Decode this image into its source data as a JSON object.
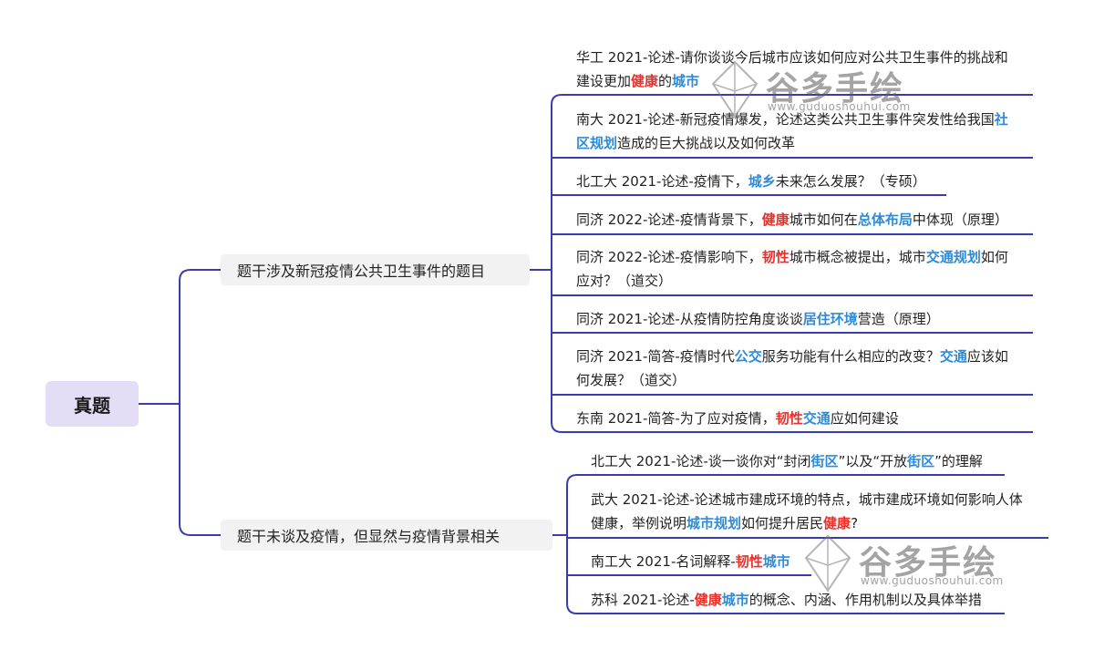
{
  "root": {
    "label": "真题"
  },
  "branches": [
    {
      "label": "题干涉及新冠疫情公共卫生事件的题目",
      "items": [
        {
          "lines": [
            [
              {
                "t": "华工 2021-论述-请你谈谈今后城市应该如何应对公共卫生事件的挑战和"
              }
            ],
            [
              {
                "t": "建设更加"
              },
              {
                "t": "健康",
                "c": "red"
              },
              {
                "t": "的"
              },
              {
                "t": "城市",
                "c": "blue"
              }
            ]
          ]
        },
        {
          "lines": [
            [
              {
                "t": "南大 2021-论述-新冠疫情爆发，论述这类公共卫生事件突发性给我国"
              },
              {
                "t": "社",
                "c": "blue"
              }
            ],
            [
              {
                "t": "区规划",
                "c": "blue"
              },
              {
                "t": "造成的巨大挑战以及如何改革"
              }
            ]
          ]
        },
        {
          "lines": [
            [
              {
                "t": "北工大 2021-论述-疫情下，"
              },
              {
                "t": "城乡",
                "c": "blue"
              },
              {
                "t": "未来怎么发展？（专硕）"
              }
            ]
          ]
        },
        {
          "lines": [
            [
              {
                "t": "同济 2022-论述-疫情背景下，"
              },
              {
                "t": "健康",
                "c": "red"
              },
              {
                "t": "城市如何在"
              },
              {
                "t": "总体布局",
                "c": "blue"
              },
              {
                "t": "中体现（原理）"
              }
            ]
          ]
        },
        {
          "lines": [
            [
              {
                "t": "同济 2022-论述-疫情影响下，"
              },
              {
                "t": "韧性",
                "c": "red"
              },
              {
                "t": "城市概念被提出，城市"
              },
              {
                "t": "交通规划",
                "c": "blue"
              },
              {
                "t": "如何"
              }
            ],
            [
              {
                "t": "应对？（道交）"
              }
            ]
          ]
        },
        {
          "lines": [
            [
              {
                "t": "同济 2021-论述-从疫情防控角度谈谈"
              },
              {
                "t": "居住环境",
                "c": "blue"
              },
              {
                "t": "营造（原理）"
              }
            ]
          ]
        },
        {
          "lines": [
            [
              {
                "t": "同济 2021-简答-疫情时代"
              },
              {
                "t": "公交",
                "c": "blue"
              },
              {
                "t": "服务功能有什么相应的改变？"
              },
              {
                "t": "交通",
                "c": "blue"
              },
              {
                "t": "应该如"
              }
            ],
            [
              {
                "t": "何发展？（道交）"
              }
            ]
          ]
        },
        {
          "lines": [
            [
              {
                "t": "东南 2021-简答-为了应对疫情，"
              },
              {
                "t": "韧性",
                "c": "red"
              },
              {
                "t": "交通",
                "c": "blue"
              },
              {
                "t": "应如何建设"
              }
            ]
          ]
        }
      ]
    },
    {
      "label": "题干未谈及疫情，但显然与疫情背景相关",
      "items": [
        {
          "lines": [
            [
              {
                "t": "北工大 2021-论述-谈一谈你对“封闭"
              },
              {
                "t": "街区",
                "c": "blue"
              },
              {
                "t": "”以及“开放"
              },
              {
                "t": "街区",
                "c": "blue"
              },
              {
                "t": "”的理解"
              }
            ]
          ]
        },
        {
          "lines": [
            [
              {
                "t": "武大 2021-论述-论述城市建成环境的特点，城市建成环境如何影响人体"
              }
            ],
            [
              {
                "t": "健康，举例说明"
              },
              {
                "t": "城市规划",
                "c": "blue"
              },
              {
                "t": "如何提升居民"
              },
              {
                "t": "健康",
                "c": "red"
              },
              {
                "t": "?"
              }
            ]
          ]
        },
        {
          "lines": [
            [
              {
                "t": "南工大 2021-名词解释-"
              },
              {
                "t": "韧性",
                "c": "red"
              },
              {
                "t": "城市",
                "c": "blue"
              }
            ]
          ]
        },
        {
          "lines": [
            [
              {
                "t": "苏科 2021-论述-"
              },
              {
                "t": "健康",
                "c": "red"
              },
              {
                "t": "城市",
                "c": "blue"
              },
              {
                "t": "的概念、内涵、作用机制以及具体举措"
              }
            ]
          ]
        }
      ]
    }
  ],
  "watermark": {
    "title": "谷多手绘",
    "url": "www.guduoshouhui.com"
  },
  "colors": {
    "connector": "#3b3bb0",
    "root_bg": "#e3def6",
    "branch_bg": "#f2f2f2",
    "red": "#e8312b",
    "blue": "#2f8bd6"
  }
}
